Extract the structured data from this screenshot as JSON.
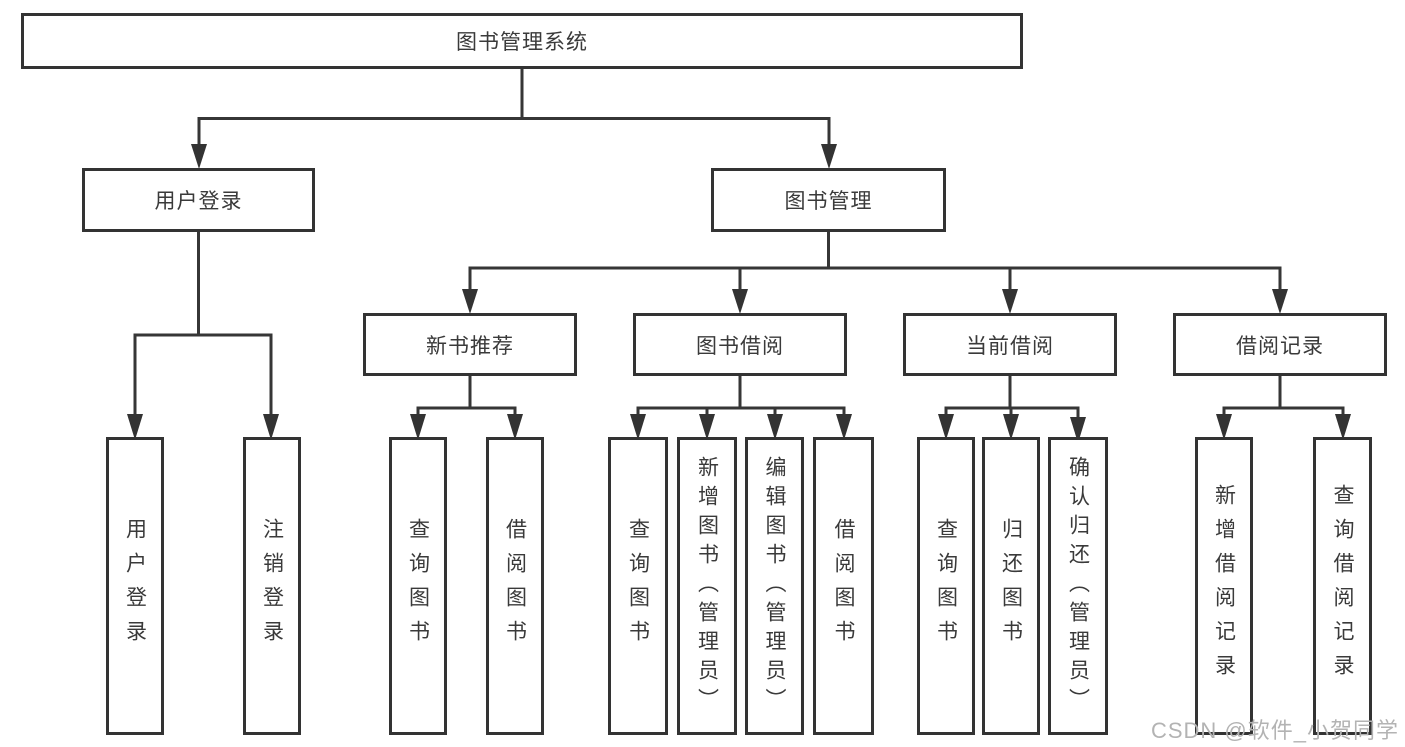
{
  "diagram": {
    "title": "图书管理系统",
    "root": {
      "label": "图书管理系统"
    },
    "level2": {
      "user_login": {
        "label": "用户登录"
      },
      "book_management": {
        "label": "图书管理"
      }
    },
    "level3": {
      "new_book_recommend": {
        "label": "新书推荐"
      },
      "book_borrowing": {
        "label": "图书借阅"
      },
      "current_borrowing": {
        "label": "当前借阅"
      },
      "borrowing_records": {
        "label": "借阅记录"
      }
    },
    "leaves": {
      "user_login": [
        "用户登录",
        "注销登录"
      ],
      "new_book_recommend": [
        "查询图书",
        "借阅图书"
      ],
      "book_borrowing": [
        "查询图书",
        "新增图书（管理员）",
        "编辑图书（管理员）",
        "借阅图书"
      ],
      "current_borrowing": [
        "查询图书",
        "归还图书",
        "确认归还（管理员）"
      ],
      "borrowing_records": [
        "新增借阅记录",
        "查询借阅记录"
      ]
    },
    "colors": {
      "line": "#363636",
      "border": "#333333",
      "text": "#3a3a3a",
      "watermark": "#b3b3b3",
      "background": "#ffffff"
    }
  },
  "watermark": "CSDN @软件_小贺同学"
}
